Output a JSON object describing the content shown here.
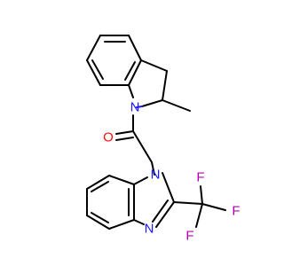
{
  "colors": {
    "background": "#ffffff",
    "carbon_bond": "#000000",
    "nitrogen": "#1a1aff",
    "oxygen": "#ff0d0d",
    "fluorine": "#b300b3"
  },
  "atoms": {
    "n_indoline": "N",
    "o_carbonyl": "O",
    "n1_benzimidazole": "N",
    "n3_benzimidazole": "N",
    "f_top": "F",
    "f_right": "F",
    "f_bottom": "F"
  }
}
